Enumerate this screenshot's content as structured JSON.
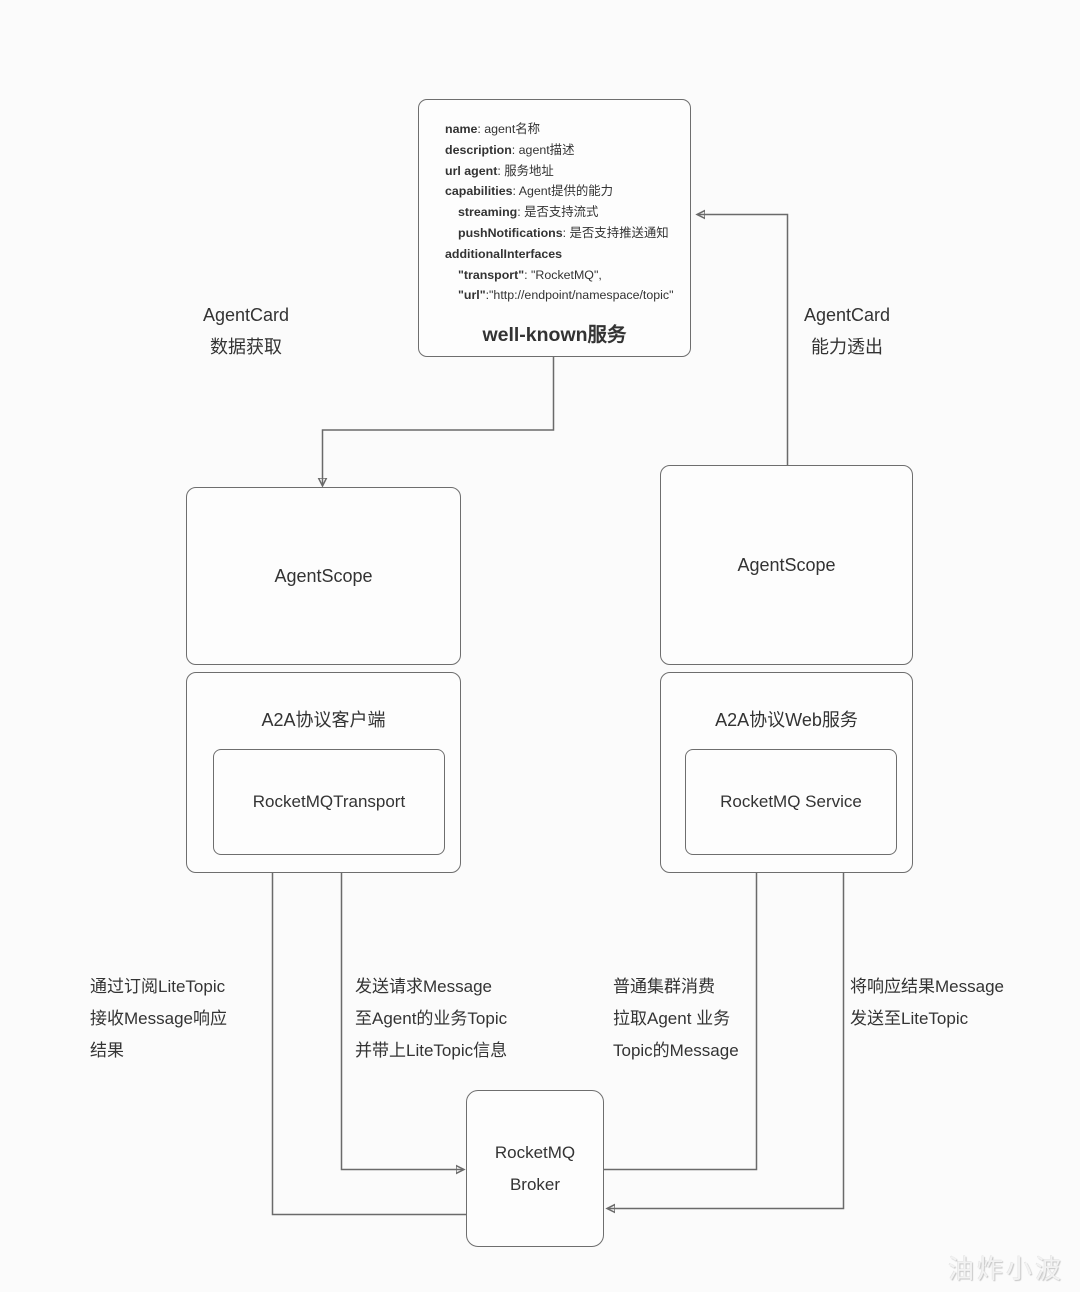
{
  "colors": {
    "background": "#fbfbfb",
    "box_fill": "#fdfdfd",
    "box_border": "#6e6e6e",
    "text": "#333333",
    "connector": "#6a6a6a",
    "watermark": "#f2f2f2"
  },
  "well_known": {
    "title": "well-known服务",
    "lines": [
      {
        "key": "name",
        "rest": ": agent名称"
      },
      {
        "key": "description",
        "rest": ": agent描述"
      },
      {
        "key": "url agent",
        "rest": ": 服务地址"
      },
      {
        "key": "capabilities",
        "rest": ": Agent提供的能力"
      },
      {
        "key": "streaming",
        "rest": ": 是否支持流式"
      },
      {
        "key": "pushNotifications",
        "rest": ": 是否支持推送通知"
      },
      {
        "key": "additionalInterfaces",
        "rest": ""
      },
      {
        "key": "\"transport\"",
        "rest": ": \"RocketMQ\","
      },
      {
        "key": "\"url\"",
        "rest": ":\"http://endpoint/namespace/topic\""
      }
    ]
  },
  "side_labels": {
    "left": [
      "AgentCard",
      "数据获取"
    ],
    "right": [
      "AgentCard",
      "能力透出"
    ]
  },
  "nodes": {
    "left_agentscope": "AgentScope",
    "right_agentscope": "AgentScope",
    "left_a2a": "A2A协议客户端",
    "left_inner": "RocketMQTransport",
    "right_a2a": "A2A协议Web服务",
    "right_inner": "RocketMQ Service",
    "broker": [
      "RocketMQ",
      "Broker"
    ]
  },
  "edge_labels": {
    "subscribe": [
      "通过订阅LiteTopic",
      "接收Message响应",
      "结果"
    ],
    "send_request": [
      "发送请求Message",
      "至Agent的业务Topic",
      "并带上LiteTopic信息"
    ],
    "cluster_consume": [
      "普通集群消费",
      "拉取Agent 业务",
      "Topic的Message"
    ],
    "send_response": [
      "将响应结果Message",
      "发送至LiteTopic"
    ]
  },
  "watermark": "油炸小波"
}
